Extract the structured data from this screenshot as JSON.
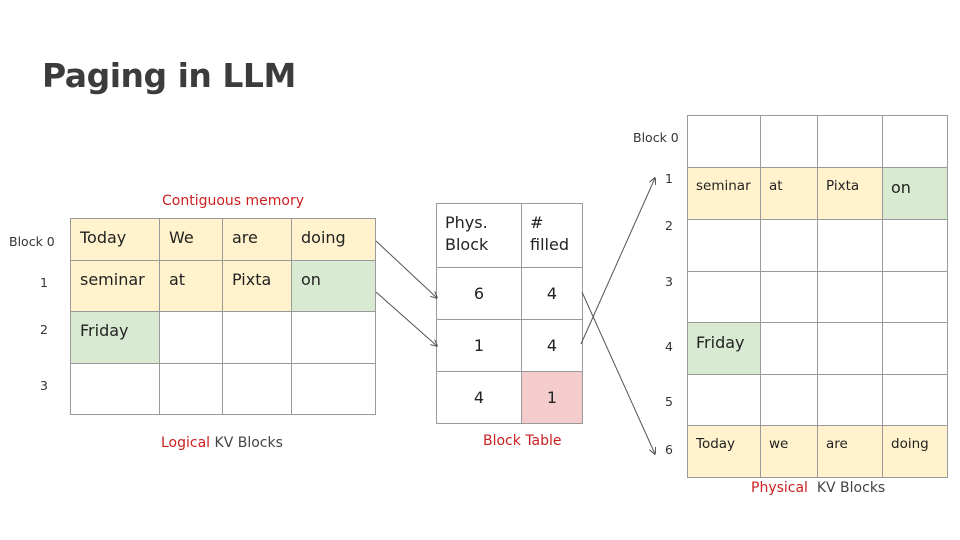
{
  "title": "Paging in LLM",
  "logical": {
    "caption_top": "Contiguous memory",
    "caption_bottom_red": "Logical",
    "caption_bottom_gray": " KV Blocks",
    "row_labels": [
      "Block 0",
      "1",
      "2",
      "3"
    ],
    "rows": [
      [
        {
          "text": "Today",
          "fill": "yellow"
        },
        {
          "text": "We",
          "fill": "yellow"
        },
        {
          "text": "are",
          "fill": "yellow"
        },
        {
          "text": "doing",
          "fill": "yellow"
        }
      ],
      [
        {
          "text": "seminar",
          "fill": "yellow"
        },
        {
          "text": "at",
          "fill": "yellow"
        },
        {
          "text": "Pixta",
          "fill": "yellow"
        },
        {
          "text": "on",
          "fill": "green"
        }
      ],
      [
        {
          "text": "Friday",
          "fill": "green"
        },
        {
          "text": "",
          "fill": "none"
        },
        {
          "text": "",
          "fill": "none"
        },
        {
          "text": "",
          "fill": "none"
        }
      ],
      [
        {
          "text": "",
          "fill": "none"
        },
        {
          "text": "",
          "fill": "none"
        },
        {
          "text": "",
          "fill": "none"
        },
        {
          "text": "",
          "fill": "none"
        }
      ]
    ]
  },
  "block_table": {
    "caption": "Block Table",
    "header": [
      "Phys.\nBlock",
      "#\nfilled"
    ],
    "rows": [
      {
        "phys": "6",
        "filled": "4"
      },
      {
        "phys": "1",
        "filled": "4"
      },
      {
        "phys": "4",
        "filled": "1"
      }
    ]
  },
  "physical": {
    "caption_red": "Physical",
    "caption_gray": "  KV Blocks",
    "row_labels": [
      "Block 0",
      "1",
      "2",
      "3",
      "4",
      "5",
      "6"
    ],
    "rows": [
      [
        {
          "text": "",
          "fill": "none"
        },
        {
          "text": "",
          "fill": "none"
        },
        {
          "text": "",
          "fill": "none"
        },
        {
          "text": "",
          "fill": "none"
        }
      ],
      [
        {
          "text": "seminar",
          "fill": "yellow"
        },
        {
          "text": "at",
          "fill": "yellow"
        },
        {
          "text": "Pixta",
          "fill": "yellow"
        },
        {
          "text": "on",
          "fill": "green",
          "big": true
        }
      ],
      [
        {
          "text": "",
          "fill": "none"
        },
        {
          "text": "",
          "fill": "none"
        },
        {
          "text": "",
          "fill": "none"
        },
        {
          "text": "",
          "fill": "none"
        }
      ],
      [
        {
          "text": "",
          "fill": "none"
        },
        {
          "text": "",
          "fill": "none"
        },
        {
          "text": "",
          "fill": "none"
        },
        {
          "text": "",
          "fill": "none"
        }
      ],
      [
        {
          "text": "Friday",
          "fill": "green",
          "big": true
        },
        {
          "text": "",
          "fill": "none"
        },
        {
          "text": "",
          "fill": "none"
        },
        {
          "text": "",
          "fill": "none"
        }
      ],
      [
        {
          "text": "",
          "fill": "none"
        },
        {
          "text": "",
          "fill": "none"
        },
        {
          "text": "",
          "fill": "none"
        },
        {
          "text": "",
          "fill": "none"
        }
      ],
      [
        {
          "text": "Today",
          "fill": "yellow"
        },
        {
          "text": "we",
          "fill": "yellow"
        },
        {
          "text": "are",
          "fill": "yellow"
        },
        {
          "text": "doing",
          "fill": "yellow"
        }
      ]
    ]
  },
  "colors": {
    "yellow": "#fff2cc",
    "green": "#d9ead3",
    "pink": "#f4cccc",
    "red_text": "#cc1f1f"
  }
}
